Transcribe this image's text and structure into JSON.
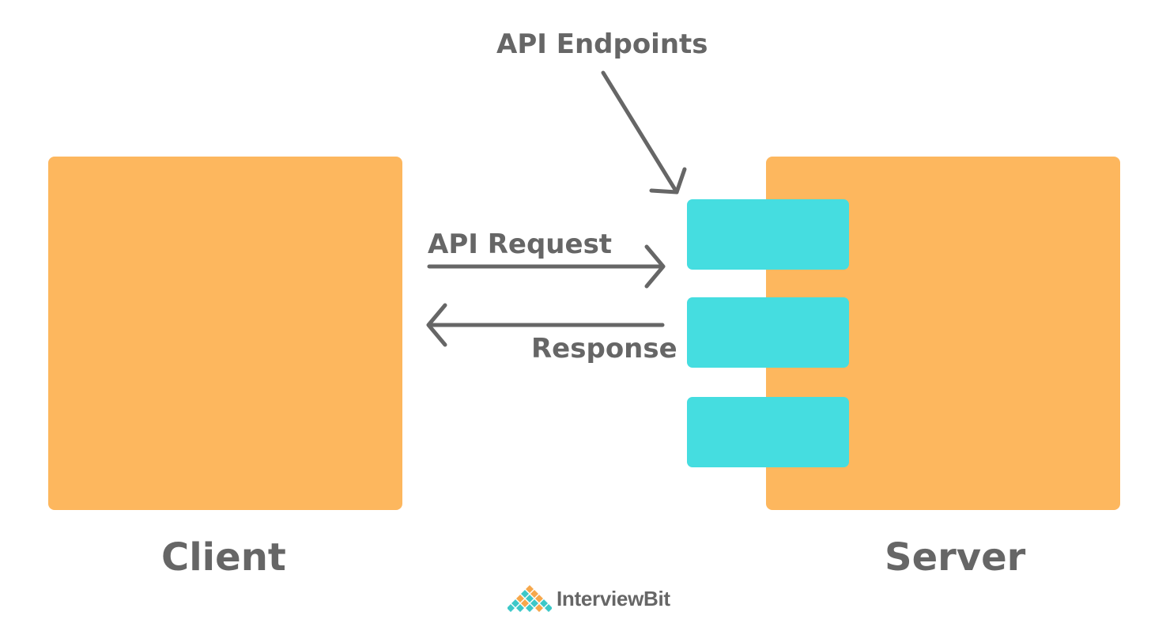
{
  "labels": {
    "endpoints": "API Endpoints",
    "request": "API Request",
    "response": "Response",
    "client": "Client",
    "server": "Server"
  },
  "brand": {
    "name": "InterviewBit",
    "logo_icon": "diamond-grid-logo-icon"
  },
  "colors": {
    "box": "#FDB75E",
    "endpoint": "#45DDE0",
    "text": "#666666",
    "arrow": "#666666",
    "logo_orange": "#F6A74B",
    "logo_teal": "#3CC8C8"
  },
  "endpoint_count": 3
}
